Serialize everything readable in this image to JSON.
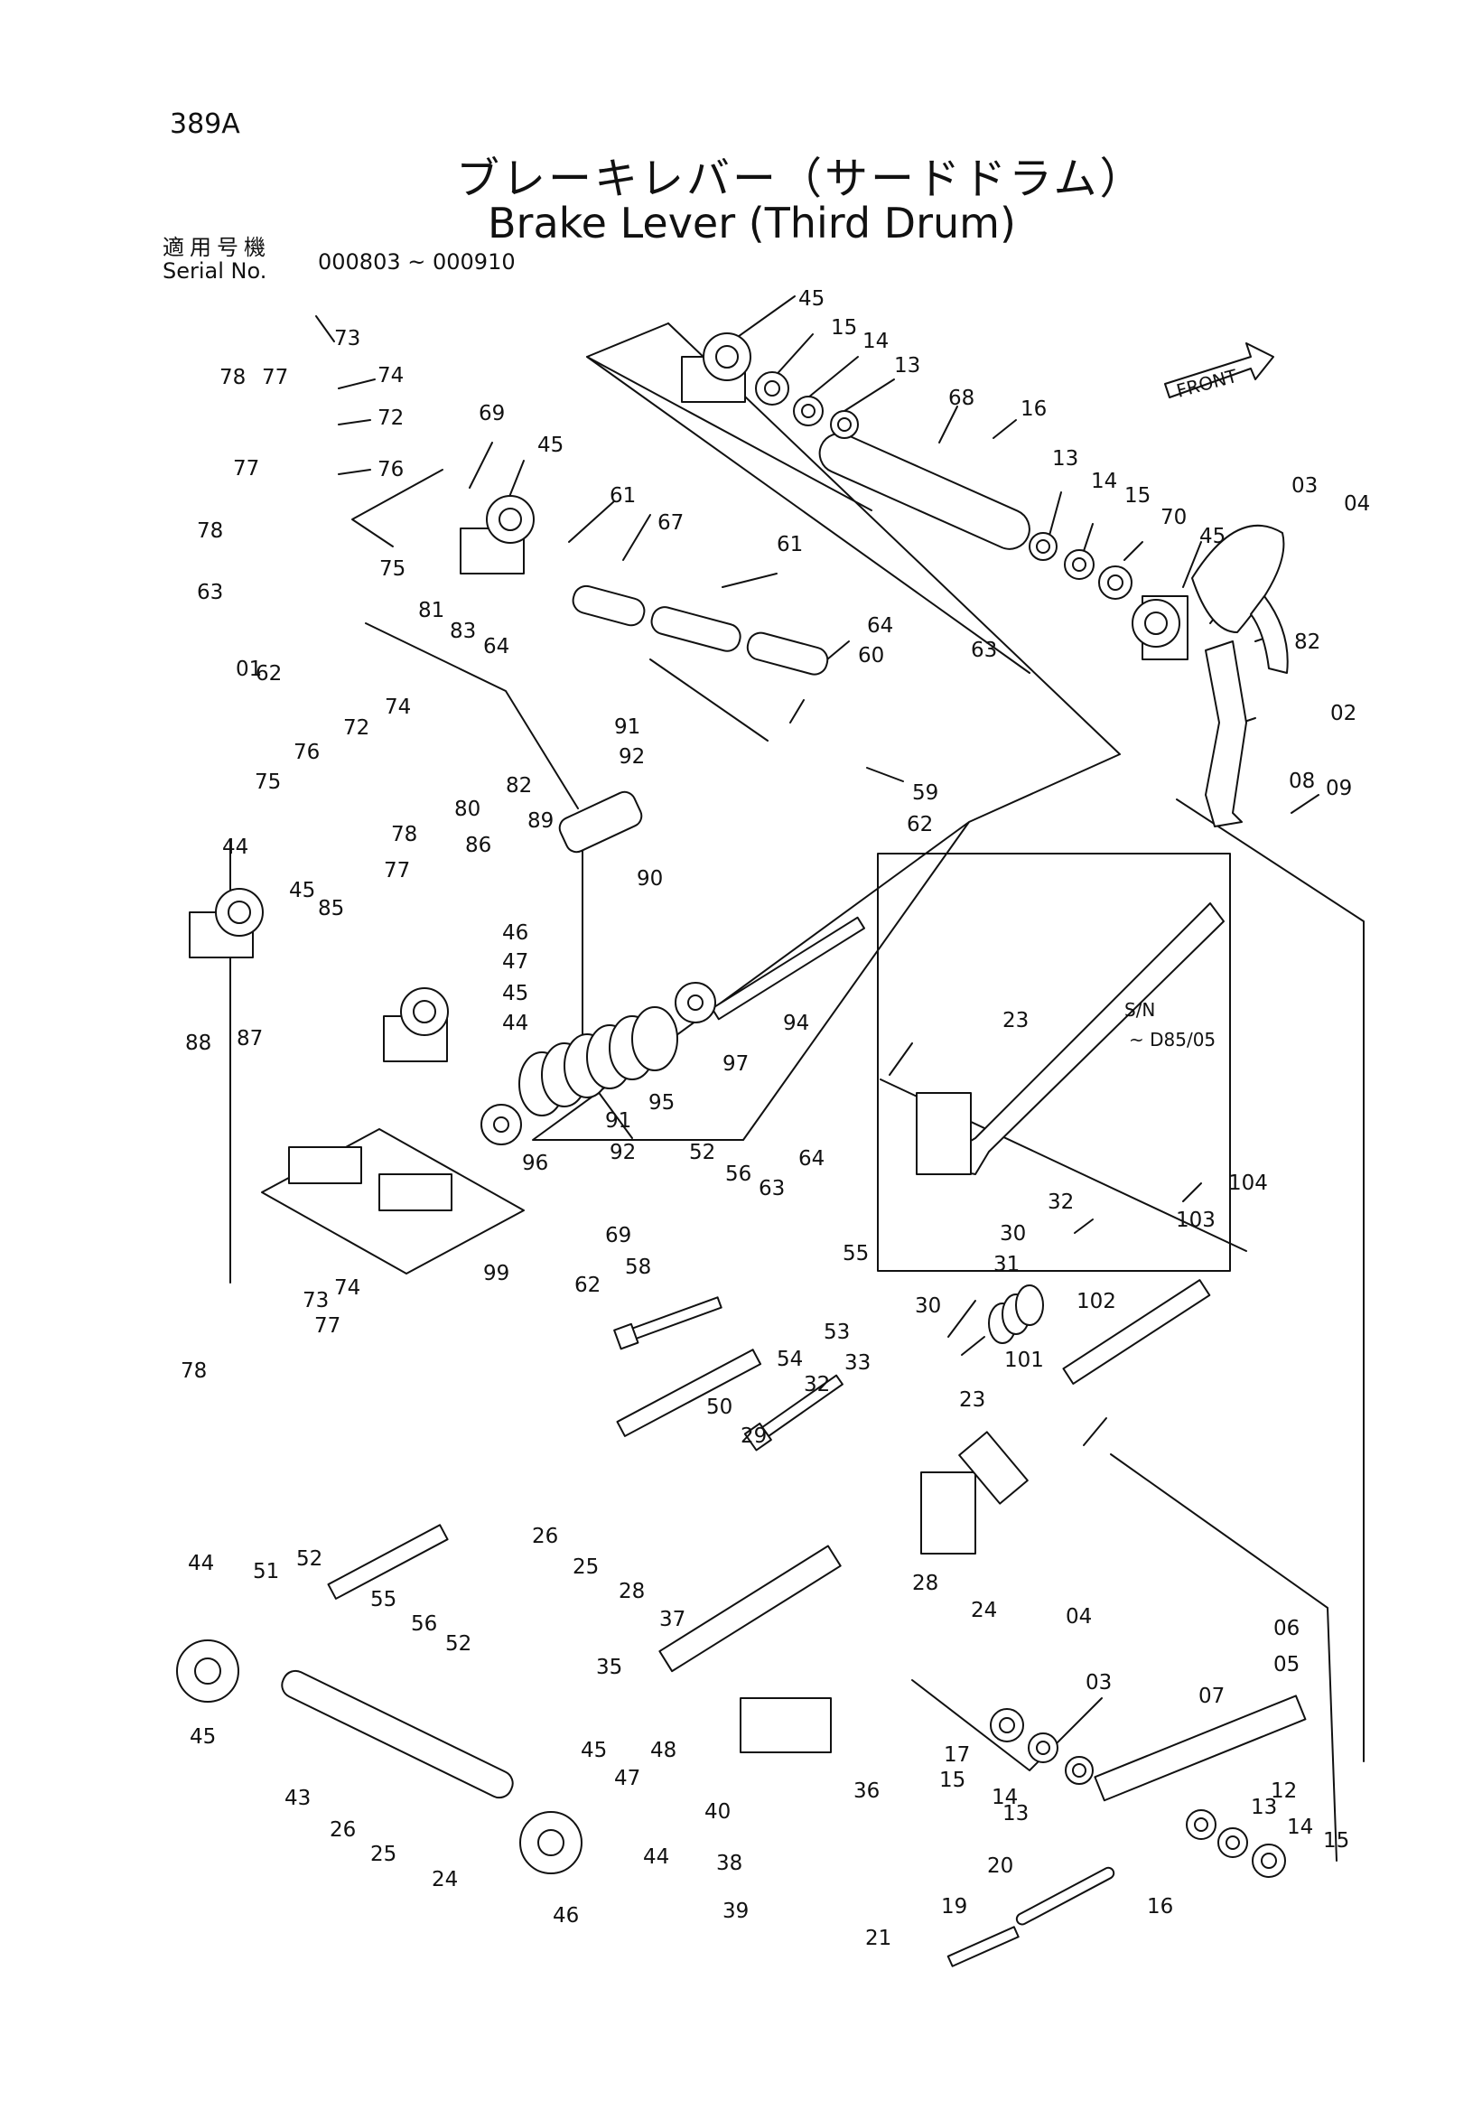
{
  "header": {
    "page_number": "389A",
    "title_jp": "ブレーキレバー（サードドラム）",
    "title_en": "Brake Lever (Third Drum)",
    "serial_label_jp": "適用号機",
    "serial_label_en": "Serial No.",
    "serial_range": "000803 ~ 000910"
  },
  "annotations": {
    "front_label": "FRONT",
    "sn_label": "S/N",
    "sn_range": "~ D85/05"
  },
  "part_labels": [
    {
      "id": "p45a",
      "text": "45"
    },
    {
      "id": "p15a",
      "text": "15"
    },
    {
      "id": "p14a",
      "text": "14"
    },
    {
      "id": "p13a",
      "text": "13"
    },
    {
      "id": "p68",
      "text": "68"
    },
    {
      "id": "p16a",
      "text": "16"
    },
    {
      "id": "p73a",
      "text": "73"
    },
    {
      "id": "p78a",
      "text": "78"
    },
    {
      "id": "p77a",
      "text": "77"
    },
    {
      "id": "p74a",
      "text": "74"
    },
    {
      "id": "p72a",
      "text": "72"
    },
    {
      "id": "p69a",
      "text": "69"
    },
    {
      "id": "p45b",
      "text": "45"
    },
    {
      "id": "p77b",
      "text": "77"
    },
    {
      "id": "p76a",
      "text": "76"
    },
    {
      "id": "p61a",
      "text": "61"
    },
    {
      "id": "p67",
      "text": "67"
    },
    {
      "id": "p13b",
      "text": "13"
    },
    {
      "id": "p14b",
      "text": "14"
    },
    {
      "id": "p15b",
      "text": "15"
    },
    {
      "id": "p03a",
      "text": "03"
    },
    {
      "id": "p04a",
      "text": "04"
    },
    {
      "id": "p78b",
      "text": "78"
    },
    {
      "id": "p75a",
      "text": "75"
    },
    {
      "id": "p70",
      "text": "70"
    },
    {
      "id": "p45c",
      "text": "45"
    },
    {
      "id": "p64a",
      "text": "64"
    },
    {
      "id": "p61b",
      "text": "61"
    },
    {
      "id": "p63a",
      "text": "63"
    },
    {
      "id": "p60",
      "text": "60"
    },
    {
      "id": "p01",
      "text": "01"
    },
    {
      "id": "p82a",
      "text": "82"
    },
    {
      "id": "p81",
      "text": "81"
    },
    {
      "id": "p83",
      "text": "83"
    },
    {
      "id": "p64b",
      "text": "64"
    },
    {
      "id": "p63b",
      "text": "63"
    },
    {
      "id": "p62a",
      "text": "62"
    },
    {
      "id": "p02",
      "text": "02"
    },
    {
      "id": "p74b",
      "text": "74"
    },
    {
      "id": "p72b",
      "text": "72"
    },
    {
      "id": "p91a",
      "text": "91"
    },
    {
      "id": "p92a",
      "text": "92"
    },
    {
      "id": "p76b",
      "text": "76"
    },
    {
      "id": "p82b",
      "text": "82"
    },
    {
      "id": "p59",
      "text": "59"
    },
    {
      "id": "p80",
      "text": "80"
    },
    {
      "id": "p75b",
      "text": "75"
    },
    {
      "id": "p78c",
      "text": "78"
    },
    {
      "id": "p89",
      "text": "89"
    },
    {
      "id": "p62b",
      "text": "62"
    },
    {
      "id": "p08",
      "text": "08"
    },
    {
      "id": "p09",
      "text": "09"
    },
    {
      "id": "p44a",
      "text": "44"
    },
    {
      "id": "p77c",
      "text": "77"
    },
    {
      "id": "p86",
      "text": "86"
    },
    {
      "id": "p90",
      "text": "90"
    },
    {
      "id": "p45d",
      "text": "45"
    },
    {
      "id": "p85",
      "text": "85"
    },
    {
      "id": "p46a",
      "text": "46"
    },
    {
      "id": "p47a",
      "text": "47"
    },
    {
      "id": "p45e",
      "text": "45"
    },
    {
      "id": "p88",
      "text": "88"
    },
    {
      "id": "p87",
      "text": "87"
    },
    {
      "id": "p44b",
      "text": "44"
    },
    {
      "id": "p94",
      "text": "94"
    },
    {
      "id": "p97",
      "text": "97"
    },
    {
      "id": "p23a",
      "text": "23"
    },
    {
      "id": "p95",
      "text": "95"
    },
    {
      "id": "p91b",
      "text": "91"
    },
    {
      "id": "p92b",
      "text": "92"
    },
    {
      "id": "p96",
      "text": "96"
    },
    {
      "id": "p52a",
      "text": "52"
    },
    {
      "id": "p56a",
      "text": "56"
    },
    {
      "id": "p64c",
      "text": "64"
    },
    {
      "id": "p63c",
      "text": "63"
    },
    {
      "id": "p69b",
      "text": "69"
    },
    {
      "id": "p55a",
      "text": "55"
    },
    {
      "id": "p58",
      "text": "58"
    },
    {
      "id": "p99",
      "text": "99"
    },
    {
      "id": "p74c",
      "text": "74"
    },
    {
      "id": "p73b",
      "text": "73"
    },
    {
      "id": "p62c",
      "text": "62"
    },
    {
      "id": "p77d",
      "text": "77"
    },
    {
      "id": "p78d",
      "text": "78"
    },
    {
      "id": "p53",
      "text": "53"
    },
    {
      "id": "p54",
      "text": "54"
    },
    {
      "id": "p104",
      "text": "104"
    },
    {
      "id": "p103",
      "text": "103"
    },
    {
      "id": "p32a",
      "text": "32"
    },
    {
      "id": "p30a",
      "text": "30"
    },
    {
      "id": "p31",
      "text": "31"
    },
    {
      "id": "p102",
      "text": "102"
    },
    {
      "id": "p30b",
      "text": "30"
    },
    {
      "id": "p101",
      "text": "101"
    },
    {
      "id": "p50",
      "text": "50"
    },
    {
      "id": "p32b",
      "text": "32"
    },
    {
      "id": "p33",
      "text": "33"
    },
    {
      "id": "p23b",
      "text": "23"
    },
    {
      "id": "p29",
      "text": "29"
    },
    {
      "id": "p52b",
      "text": "52"
    },
    {
      "id": "p26a",
      "text": "26"
    },
    {
      "id": "p51",
      "text": "51"
    },
    {
      "id": "p25a",
      "text": "25"
    },
    {
      "id": "p44c",
      "text": "44"
    },
    {
      "id": "p28a",
      "text": "28"
    },
    {
      "id": "p28b",
      "text": "28"
    },
    {
      "id": "p55b",
      "text": "55"
    },
    {
      "id": "p37",
      "text": "37"
    },
    {
      "id": "p24a",
      "text": "24"
    },
    {
      "id": "p04b",
      "text": "04"
    },
    {
      "id": "p56b",
      "text": "56"
    },
    {
      "id": "p52c",
      "text": "52"
    },
    {
      "id": "p06",
      "text": "06"
    },
    {
      "id": "p35",
      "text": "35"
    },
    {
      "id": "p03b",
      "text": "03"
    },
    {
      "id": "p05",
      "text": "05"
    },
    {
      "id": "p07",
      "text": "07"
    },
    {
      "id": "p45f",
      "text": "45"
    },
    {
      "id": "p17",
      "text": "17"
    },
    {
      "id": "p45g",
      "text": "45"
    },
    {
      "id": "p48",
      "text": "48"
    },
    {
      "id": "p15c",
      "text": "15"
    },
    {
      "id": "p14c",
      "text": "14"
    },
    {
      "id": "p12",
      "text": "12"
    },
    {
      "id": "p43",
      "text": "43"
    },
    {
      "id": "p47b",
      "text": "47"
    },
    {
      "id": "p36",
      "text": "36"
    },
    {
      "id": "p13c",
      "text": "13"
    },
    {
      "id": "p13d",
      "text": "13"
    },
    {
      "id": "p26b",
      "text": "26"
    },
    {
      "id": "p40",
      "text": "40"
    },
    {
      "id": "p14d",
      "text": "14"
    },
    {
      "id": "p15d",
      "text": "15"
    },
    {
      "id": "p25b",
      "text": "25"
    },
    {
      "id": "p44d",
      "text": "44"
    },
    {
      "id": "p38",
      "text": "38"
    },
    {
      "id": "p20",
      "text": "20"
    },
    {
      "id": "p24b",
      "text": "24"
    },
    {
      "id": "p16b",
      "text": "16"
    },
    {
      "id": "p39",
      "text": "39"
    },
    {
      "id": "p19",
      "text": "19"
    },
    {
      "id": "p46b",
      "text": "46"
    },
    {
      "id": "p21",
      "text": "21"
    }
  ]
}
